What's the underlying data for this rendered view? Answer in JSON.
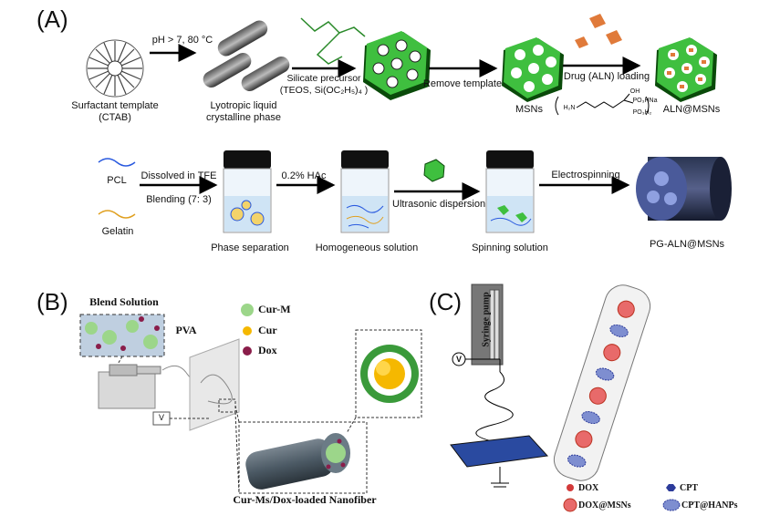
{
  "panels": {
    "a": "(A)",
    "b": "(B)",
    "c": "(C)"
  },
  "panel_a": {
    "step1_label": "Surfactant template\n(CTAB)",
    "arrow1_label": "pH > 7, 80 °C",
    "step2_label": "Lyotropic liquid\ncrystalline phase",
    "silicate_label": "Silicate precursor\n(TEOS, Si(OC₂H₅)₄ )",
    "arrow3_label": "Remove template",
    "step4_label": "MSNs",
    "arrow4_label": "Drug (ALN) loading",
    "step5_label": "ALN@MSNs",
    "aln_oh": "OH",
    "aln_po3hna": "PO₃HNa",
    "aln_h2n": "H₂N",
    "aln_po3h2": "PO₃H₂",
    "pcl_label": "PCL",
    "gelatin_label": "Gelatin",
    "dissolve_label": "Dissolved in TFE",
    "blend_label": "Blending (7: 3)",
    "phase_label": "Phase separation",
    "hac_label": "0.2% HAc",
    "homo_label": "Homogeneous solution",
    "ultra_label": "Ultrasonic dispersion",
    "spin_label": "Spinning solution",
    "electro_label": "Electrospinning",
    "final_label": "PG-ALN@MSNs"
  },
  "panel_b": {
    "blend_title": "Blend Solution",
    "pva_label": "PVA",
    "legend": [
      {
        "label": "Cur-M",
        "color": "#7ed36b"
      },
      {
        "label": "Cur",
        "color": "#f5b800"
      },
      {
        "label": "Dox",
        "color": "#8a1d4a"
      }
    ],
    "voltage_label": "V",
    "fiber_label": "Cur-Ms/Dox-loaded Nanofiber"
  },
  "panel_c": {
    "pump_label": "Syringe pump",
    "voltage_label": "V",
    "legend": [
      {
        "label": "DOX",
        "color": "#d33a3a"
      },
      {
        "label": "CPT",
        "color": "#2c3b9a"
      },
      {
        "label": "DOX@MSNs",
        "color": "#d33a3a"
      },
      {
        "label": "CPT@HANPs",
        "color": "#2c3b9a"
      }
    ]
  }
}
